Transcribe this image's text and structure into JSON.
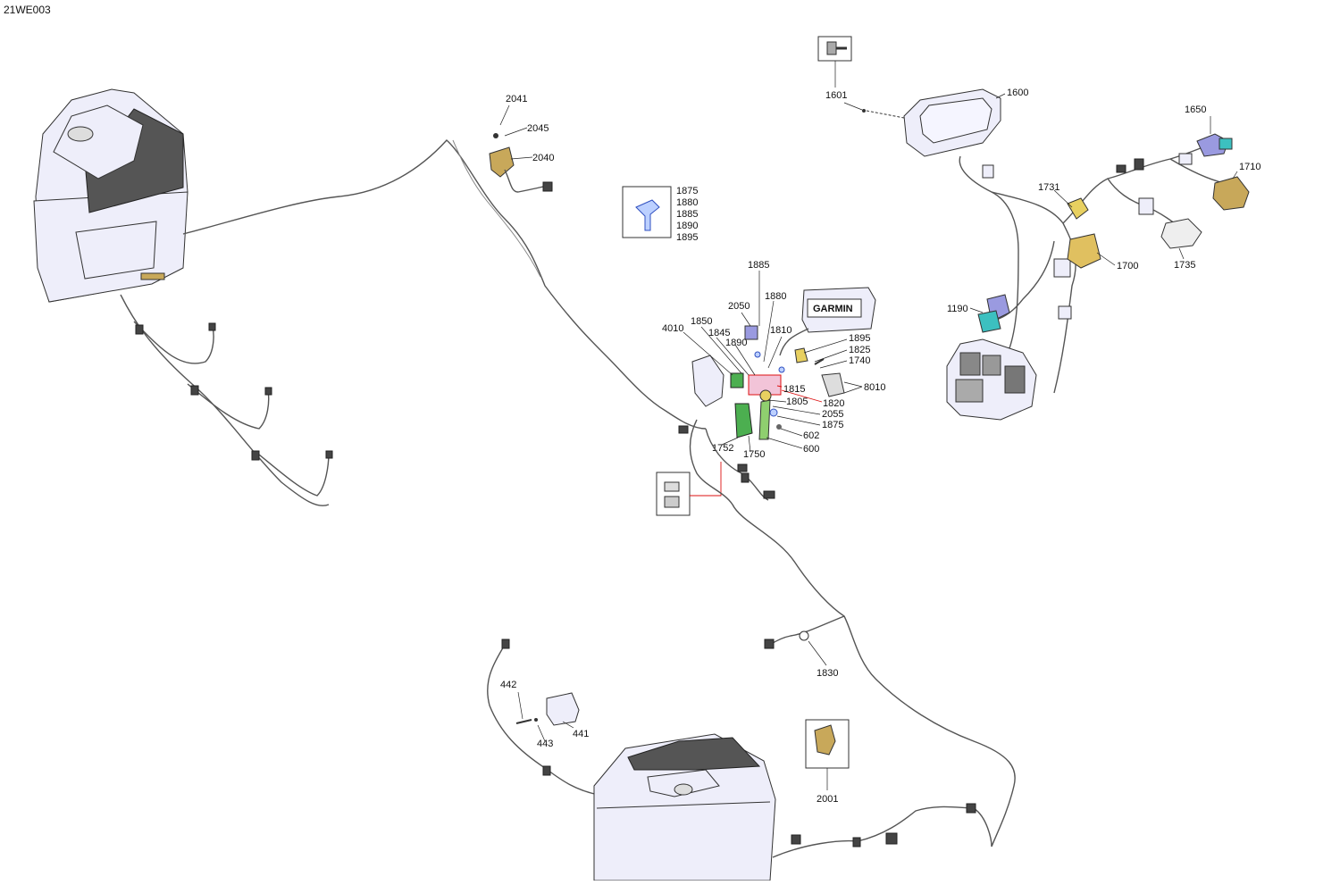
{
  "diagram_id": "21WE003",
  "callouts": {
    "c441": "441",
    "c442": "442",
    "c443": "443",
    "c600": "600",
    "c602": "602",
    "c1190": "1190",
    "c1600": "1600",
    "c1601": "1601",
    "c1650": "1650",
    "c1700": "1700",
    "c1710": "1710",
    "c1731": "1731",
    "c1735": "1735",
    "c1740": "1740",
    "c1750": "1750",
    "c1752": "1752",
    "c1805": "1805",
    "c1810": "1810",
    "c1815": "1815",
    "c1820": "1820",
    "c1825": "1825",
    "c1830": "1830",
    "c1845": "1845",
    "c1850": "1850",
    "c1875": "1875",
    "c1880": "1880",
    "c1885": "1885",
    "c1890": "1890",
    "c1895": "1895",
    "c2001": "2001",
    "c2040": "2040",
    "c2041": "2041",
    "c2045": "2045",
    "c2050": "2050",
    "c2055": "2055",
    "c4010": "4010",
    "c8010": "8010"
  },
  "fastener_box_labels": [
    "1875",
    "1880",
    "1885",
    "1890",
    "1895"
  ],
  "gps_brand": "GARMIN",
  "colors": {
    "harness": "#555555",
    "part_fill": "#eeeefa",
    "bracket_gold": "#c8a85a",
    "connector_teal": "#3cc0c0",
    "connector_purple": "#9a9ae0",
    "fuse_green": "#4caf50",
    "leader_red": "#dd1111",
    "clip_blue": "#6a8ef0"
  }
}
